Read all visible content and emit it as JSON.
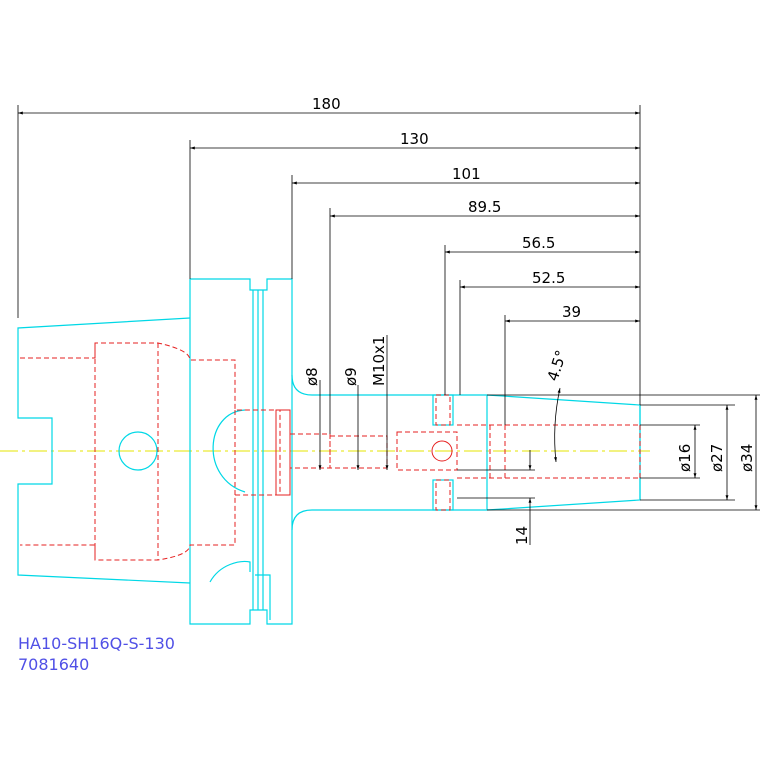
{
  "title_block": {
    "part_name": "HA10-SH16Q-S-130",
    "part_number": "7081640"
  },
  "dimensions": {
    "len_180": "180",
    "len_130": "130",
    "len_101": "101",
    "len_89_5": "89.5",
    "len_56_5": "56.5",
    "len_52_5": "52.5",
    "len_39": "39",
    "dia_8": "ø8",
    "dia_9": "ø9",
    "thread": "M10x1",
    "angle": "4.5°",
    "dia_16": "ø16",
    "dia_27": "ø27",
    "dia_34": "ø34",
    "len_14": "14"
  },
  "colors": {
    "outline": "#00d8e6",
    "hidden_lines": "#e62020",
    "dimensions": "#000000",
    "centerline": "#e6e600",
    "title_text": "#5050e6"
  }
}
